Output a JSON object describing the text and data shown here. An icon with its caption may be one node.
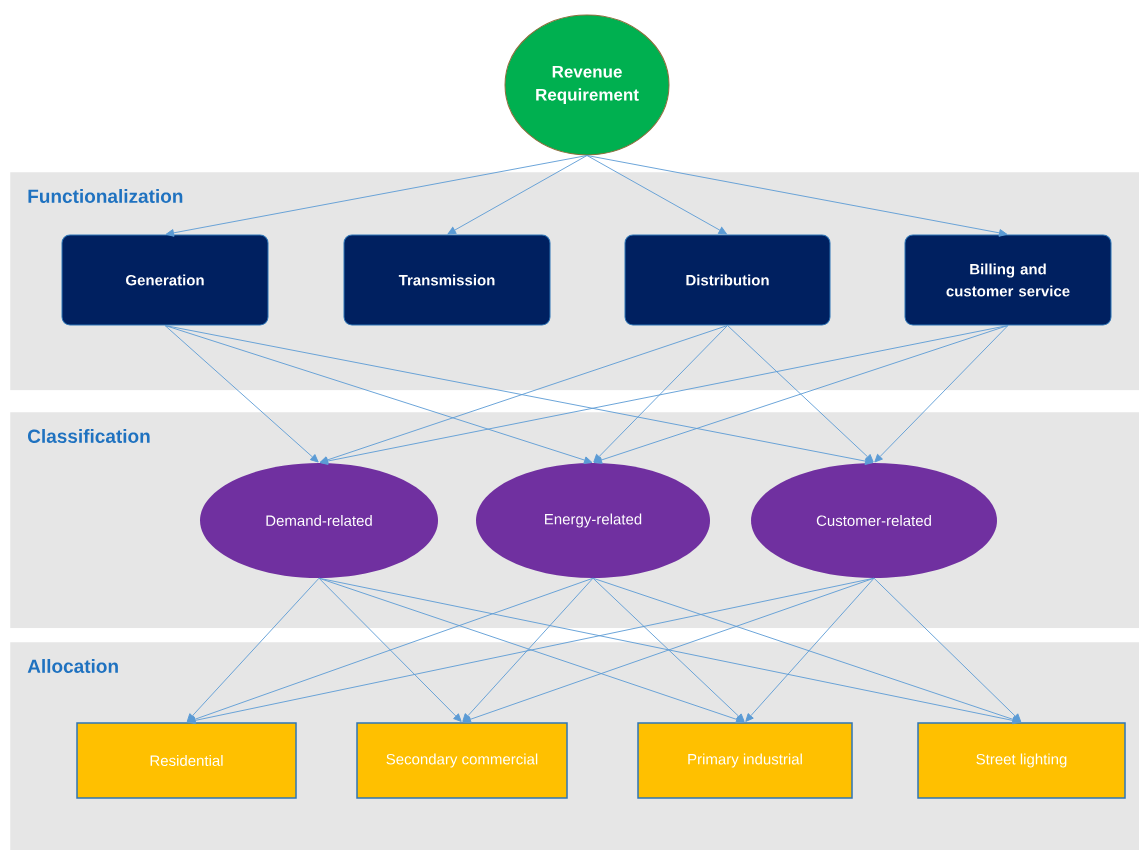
{
  "diagram": {
    "nodes": [
      {
        "text": [
          "Revenue Requirement"
        ]
      },
      {
        "text": [
          "Functionalization"
        ]
      },
      {
        "text": [
          "Generation"
        ],
        "in": 1
      },
      {
        "text": [
          "Transmission"
        ],
        "in": 1
      },
      {
        "text": [
          "Distribution"
        ],
        "in": 1
      },
      {
        "text": [
          "Billing and customer service"
        ],
        "in": 1
      },
      {
        "text": [
          "Classification"
        ]
      },
      {
        "text": [
          "Demand-related"
        ],
        "in": 6
      },
      {
        "text": [
          "Energy-related"
        ],
        "in": 6
      },
      {
        "text": [
          "Customer-related"
        ],
        "in": 6
      },
      {
        "text": [
          "Allocation"
        ]
      },
      {
        "text": [
          "Residential"
        ],
        "in": 10
      },
      {
        "text": [
          "Secondary commercial"
        ],
        "in": 10
      },
      {
        "text": [
          "Primary industrial"
        ],
        "in": 10
      },
      {
        "text": [
          "Street lighting"
        ],
        "in": 10
      }
    ],
    "edges": [
      {
        "from": 0,
        "to": 2,
        "arrow": "to"
      },
      {
        "from": 0,
        "to": 3,
        "arrow": "to"
      },
      {
        "from": 0,
        "to": 4,
        "arrow": "to"
      },
      {
        "from": 0,
        "to": 5,
        "arrow": "to"
      },
      {
        "from": 2,
        "to": 7,
        "arrow": "to"
      },
      {
        "from": 2,
        "to": 8,
        "arrow": "to"
      },
      {
        "from": 2,
        "to": 9,
        "arrow": "to"
      },
      {
        "from": 4,
        "to": 7,
        "arrow": "to"
      },
      {
        "from": 4,
        "to": 8,
        "arrow": "to"
      },
      {
        "from": 4,
        "to": 9,
        "arrow": "to"
      },
      {
        "from": 5,
        "to": 7,
        "arrow": "to"
      },
      {
        "from": 5,
        "to": 8,
        "arrow": "to"
      },
      {
        "from": 5,
        "to": 9,
        "arrow": "to"
      },
      {
        "from": 7,
        "to": 11,
        "arrow": "to"
      },
      {
        "from": 7,
        "to": 12,
        "arrow": "to"
      },
      {
        "from": 7,
        "to": 13,
        "arrow": "to"
      },
      {
        "from": 7,
        "to": 14,
        "arrow": "to"
      },
      {
        "from": 8,
        "to": 11,
        "arrow": "to"
      },
      {
        "from": 8,
        "to": 12,
        "arrow": "to"
      },
      {
        "from": 8,
        "to": 13,
        "arrow": "to"
      },
      {
        "from": 8,
        "to": 14,
        "arrow": "to"
      },
      {
        "from": 9,
        "to": 11,
        "arrow": "to"
      },
      {
        "from": 9,
        "to": 12,
        "arrow": "to"
      },
      {
        "from": 9,
        "to": 13,
        "arrow": "to"
      },
      {
        "from": 9,
        "to": 14,
        "arrow": "to"
      }
    ]
  }
}
